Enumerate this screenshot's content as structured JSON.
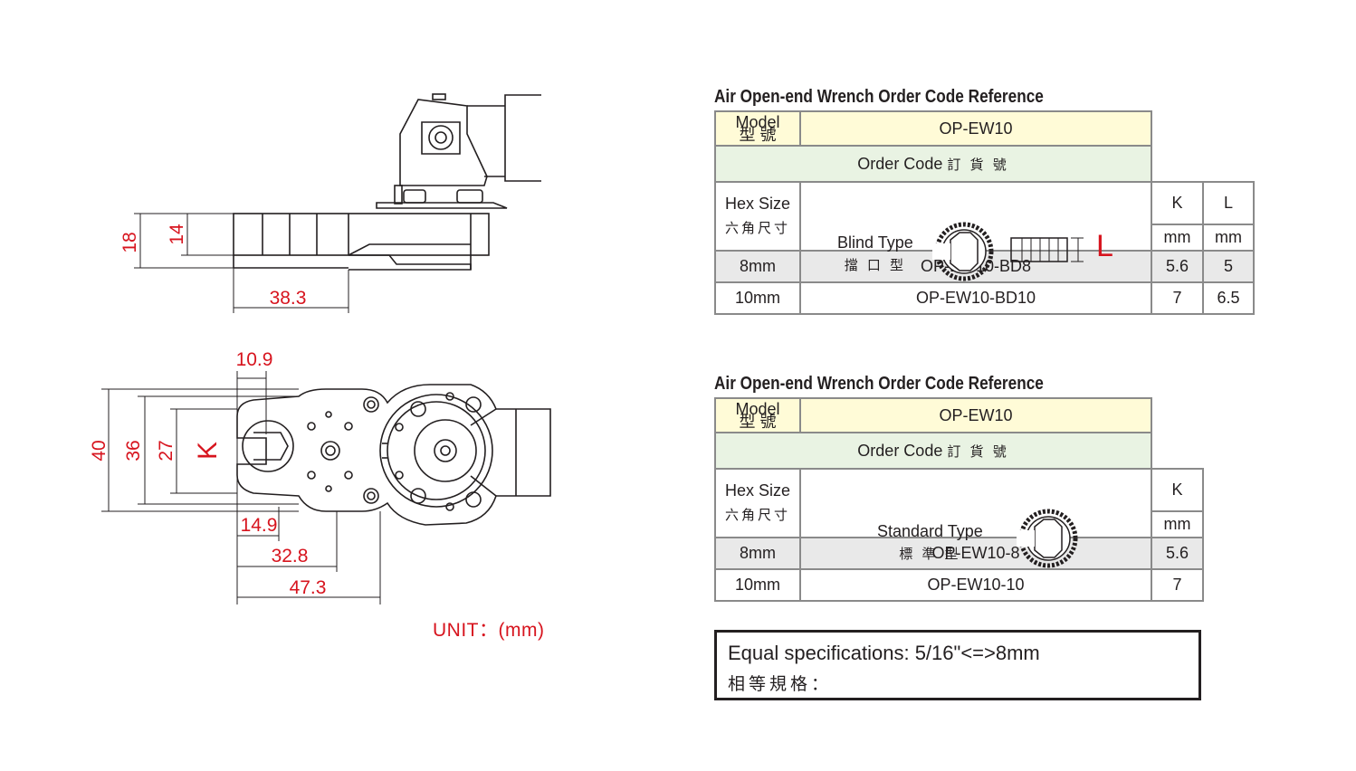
{
  "drawing": {
    "dims": {
      "d18": "18",
      "d14": "14",
      "d38_3": "38.3",
      "d10_9": "10.9",
      "d40": "40",
      "d36": "36",
      "d27": "27",
      "dK": "K",
      "d14_9": "14.9",
      "d32_8": "32.8",
      "d47_3": "47.3"
    },
    "unit": "UNIT：(mm)",
    "colors": {
      "dimension": "#d7141e",
      "line": "#231f20"
    }
  },
  "table1": {
    "title": "Air Open-end Wrench Order Code Reference",
    "model_label_en": "Model",
    "model_label_zh": "型 號",
    "model": "OP-EW10",
    "order_code_label": "Order Code",
    "order_code_label_zh": "訂 貨 號",
    "hex_size_label": "Hex Size",
    "hex_size_label_zh": "六角尺寸",
    "type_label": "Blind Type",
    "type_label_zh": "擋 口 型",
    "diagram_L": "L",
    "k_label": "K",
    "l_label": "L",
    "k_unit": "mm",
    "l_unit": "mm",
    "rows": [
      {
        "size": "8mm",
        "code": "OP-EW10-BD8",
        "k": "5.6",
        "l": "5"
      },
      {
        "size": "10mm",
        "code": "OP-EW10-BD10",
        "k": "7",
        "l": "6.5"
      }
    ]
  },
  "table2": {
    "title": "Air Open-end Wrench Order Code Reference",
    "model_label_en": "Model",
    "model_label_zh": "型 號",
    "model": "OP-EW10",
    "order_code_label": "Order Code",
    "order_code_label_zh": "訂 貨 號",
    "hex_size_label": "Hex Size",
    "hex_size_label_zh": "六角尺寸",
    "type_label": "Standard Type",
    "type_label_zh": "標 準 型",
    "k_label": "K",
    "k_unit": "mm",
    "rows": [
      {
        "size": "8mm",
        "code": "OP-EW10-8",
        "k": "5.6"
      },
      {
        "size": "10mm",
        "code": "OP-EW10-10",
        "k": "7"
      }
    ]
  },
  "equal_spec": {
    "label": "Equal specifications:",
    "value": "5/16\"<=>8mm",
    "label_zh": "相等規格："
  }
}
